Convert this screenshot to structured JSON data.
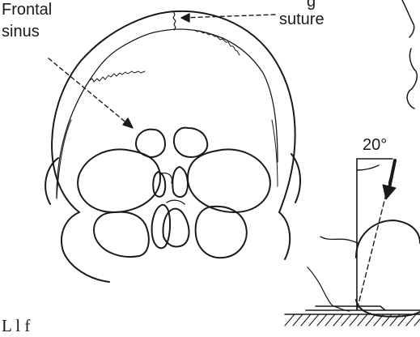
{
  "labels": {
    "frontal_line1": "Frontal",
    "frontal_line2": "sinus",
    "suture_partial": "g",
    "suture": "suture",
    "angle": "20°",
    "caption_partial": "L    l f"
  },
  "colors": {
    "ink": "#1a1a1a",
    "background": "#ffffff"
  }
}
